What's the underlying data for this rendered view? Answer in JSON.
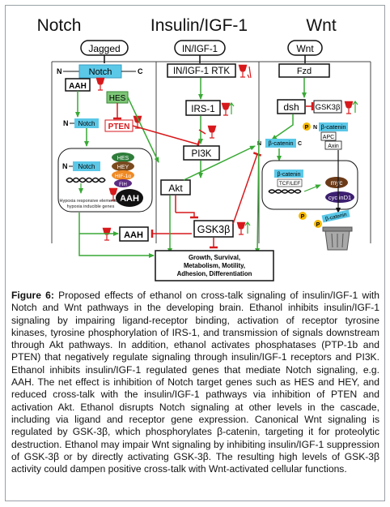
{
  "headers": {
    "notch": "Notch",
    "insulin": "Insulin/IGF-1",
    "wnt": "Wnt"
  },
  "notch": {
    "jagged": "Jagged",
    "receptor": "Notch",
    "n_label": "N",
    "c_label": "C",
    "aah_top": "AAH",
    "hes": "HES",
    "small_notch": "Notch",
    "pten": "PTEN",
    "nucleus_notch": "Notch",
    "nucleus_hes": "HES",
    "nucleus_hey": "HEY",
    "nucleus_hif": "HIF-1α",
    "nucleus_fih": "FIH",
    "nucleus_aah": "AAH",
    "hypoxia_note_1": "Hypoxia responsive elements &",
    "hypoxia_note_2": "hypoxia inducible genes",
    "aah_bottom": "AAH"
  },
  "insulin": {
    "ligand": "IN/IGF-1",
    "rtk": "IN/IGF-1 RTK",
    "irs1": "IRS-1",
    "pi3k": "PI3K",
    "akt": "Akt",
    "gsk3b": "GSK3β"
  },
  "wnt": {
    "ligand": "Wnt",
    "fzd": "Fzd",
    "dsh": "dsh",
    "gsk3b": "GSK3β",
    "p_label": "P",
    "bcat": "β-catenin",
    "apc": "APC",
    "axin": "Axin",
    "bcat_cyto": "β-catenin",
    "bcat_nuc": "β-catenin",
    "tcf": "TCF/LEF",
    "myc": "myc",
    "cyclin": "cyclinD1",
    "degraded": "β-catenin"
  },
  "outcome": {
    "line1": "Growth, Survival,",
    "line2": "Metabolism, Motility,",
    "line3": "Adhesion, Differentiation"
  },
  "caption": {
    "label": "Figure 6:",
    "text": " Proposed effects of ethanol on cross-talk signaling of insulin/IGF-1 with Notch and Wnt pathways in the developing brain. Ethanol inhibits insulin/IGF-1 signaling by impairing ligand-receptor binding, activation of receptor tyrosine kinases, tyrosine phosphorylation of IRS-1, and transmission of signals downstream through Akt pathways. In addition, ethanol activates phosphatases (PTP-1b and PTEN) that negatively regulate signaling through insulin/IGF-1 receptors and PI3K. Ethanol inhibits insulin/IGF-1 regulated genes that mediate Notch signaling, e.g. AAH. The net effect is inhibition of Notch target genes such as HES and HEY, and reduced cross-talk with the insulin/IGF-1 pathways via inhibition of PTEN and activation Akt. Ethanol disrupts Notch signaling at other levels in the cascade, including via ligand and receptor gene expression. Canonical Wnt signaling is regulated by GSK-3β, which phosphorylates β-catenin, targeting it for proteolytic destruction. Ethanol may impair Wnt signaling by inhibiting insulin/IGF-1 suppression of GSK-3β or by directly activating GSK-3β. The resulting high levels of GSK-3β activity could dampen positive cross-talk with Wnt-activated cellular functions."
  },
  "colors": {
    "green_arrow": "#39a935",
    "red_inhibit": "#d7191c",
    "notch_cyan": "#5bc8e8",
    "hes_green": "#7cc576",
    "black_box": "#000000"
  },
  "icons": {
    "ethanol": "wine-glass-icon",
    "trash": "trash-can-icon"
  }
}
